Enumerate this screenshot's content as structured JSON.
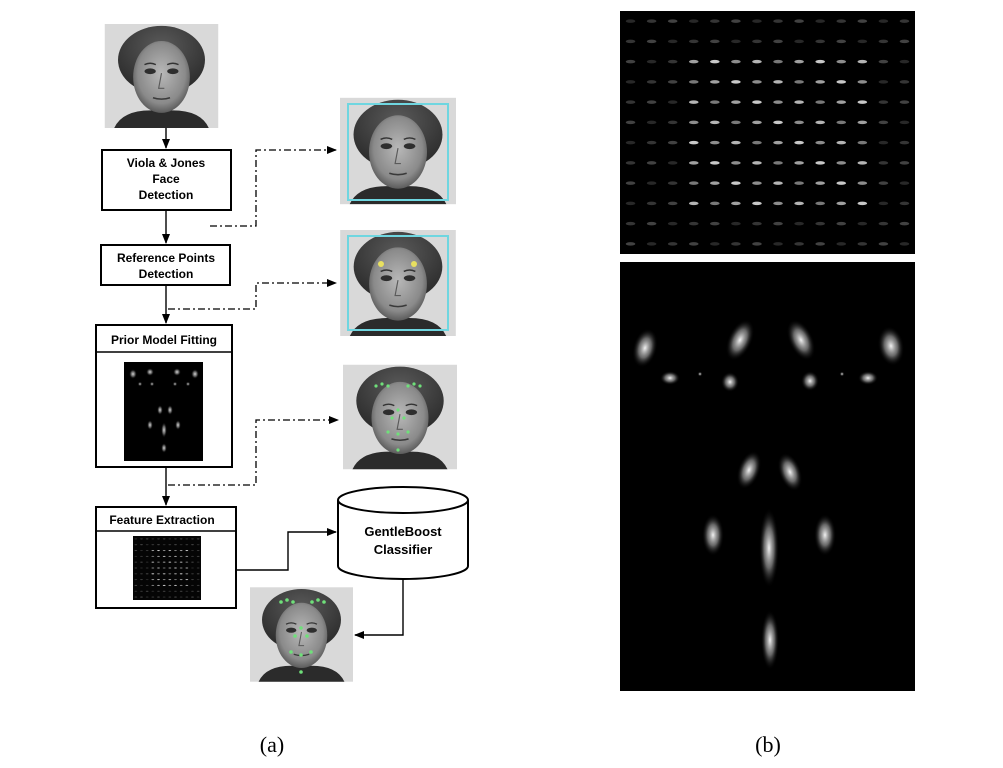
{
  "steps": {
    "viola_jones": [
      "Viola & Jones",
      "Face",
      "Detection"
    ],
    "reference_points": [
      "Reference Points",
      "Detection"
    ],
    "prior_model": "Prior Model Fitting",
    "feature_extraction": "Feature Extraction"
  },
  "classifier": [
    "GentleBoost",
    "Classifier"
  ],
  "captions": {
    "a": "(a)",
    "b": "(b)"
  },
  "colors": {
    "box_stroke": "#000000",
    "face_box": "#6fd6e0",
    "landmark": "#6fe07a",
    "point": "#e8e060"
  }
}
